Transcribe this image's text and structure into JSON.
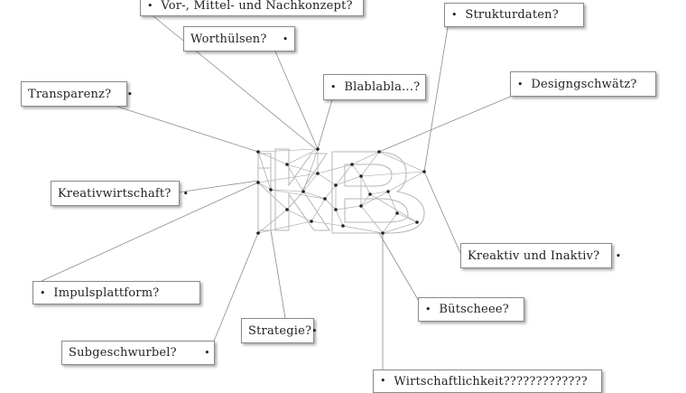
{
  "colors": {
    "line": "#8c8c8c",
    "box_border": "#8a8a8a",
    "dot": "#222222",
    "text": "#222222"
  },
  "labels": [
    {
      "id": "vor-mittel-nachkonzept",
      "text": "Vor-, Mittel- und Nachkonzept?",
      "bullet": "•",
      "bullet_side": "left"
    },
    {
      "id": "strukturdaten",
      "text": "Strukturdaten?",
      "bullet": "•",
      "bullet_side": "left"
    },
    {
      "id": "worthuelsen",
      "text": "Worthülsen?",
      "bullet": "•",
      "bullet_side": "right"
    },
    {
      "id": "blablabla",
      "text": "Blablabla...?",
      "bullet": "•",
      "bullet_side": "left"
    },
    {
      "id": "transparenz",
      "text": "Transparenz?",
      "bullet": "•",
      "bullet_side": "right"
    },
    {
      "id": "designgeschwaetz",
      "text": "Designgschwätz?",
      "bullet": "•",
      "bullet_side": "left"
    },
    {
      "id": "kreativwirtschaft",
      "text": "Kreativwirtschaft?",
      "bullet": "•",
      "bullet_side": "right"
    },
    {
      "id": "kreaktiv-inaktiv",
      "text": "Kreaktiv und Inaktiv?",
      "bullet": "•",
      "bullet_side": "right"
    },
    {
      "id": "impulsplattform",
      "text": "Impulsplattform?",
      "bullet": "•",
      "bullet_side": "left"
    },
    {
      "id": "buetscheee",
      "text": "Bütscheee?",
      "bullet": "•",
      "bullet_side": "left"
    },
    {
      "id": "strategie",
      "text": "Strategie?",
      "bullet": "•",
      "bullet_side": "right"
    },
    {
      "id": "subgeschwurbel",
      "text": "Subgeschwurbel?",
      "bullet": "•",
      "bullet_side": "right"
    },
    {
      "id": "wirtschaftlichkeit",
      "text": "Wirtschaftlichkeit?????????????",
      "bullet": "•",
      "bullet_side": "left"
    }
  ]
}
